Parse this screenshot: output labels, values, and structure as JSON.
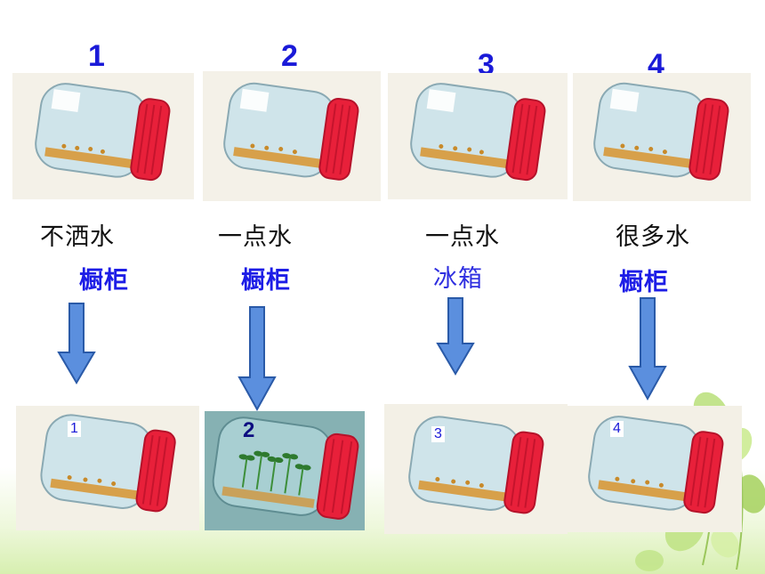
{
  "slide": {
    "experiments": [
      {
        "number": "1",
        "water": "不洒水",
        "place": "橱柜",
        "result_number": "1"
      },
      {
        "number": "2",
        "water": "一点水",
        "place": "橱柜",
        "result_number": "2"
      },
      {
        "number": "3",
        "water": "一点水",
        "place": "冰箱",
        "result_number": "3"
      },
      {
        "number": "4",
        "water": "很多水",
        "place": "橱柜",
        "result_number": "4"
      }
    ],
    "colors": {
      "number_blue": "#1a1ad8",
      "arrow_fill": "#5b8fde",
      "arrow_stroke": "#2a5aa8",
      "jar_lid_red": "#e8203a",
      "background_green": "#d7efb0"
    },
    "icons": [
      "jar-icon",
      "down-arrow-icon",
      "leaf-decoration"
    ]
  }
}
